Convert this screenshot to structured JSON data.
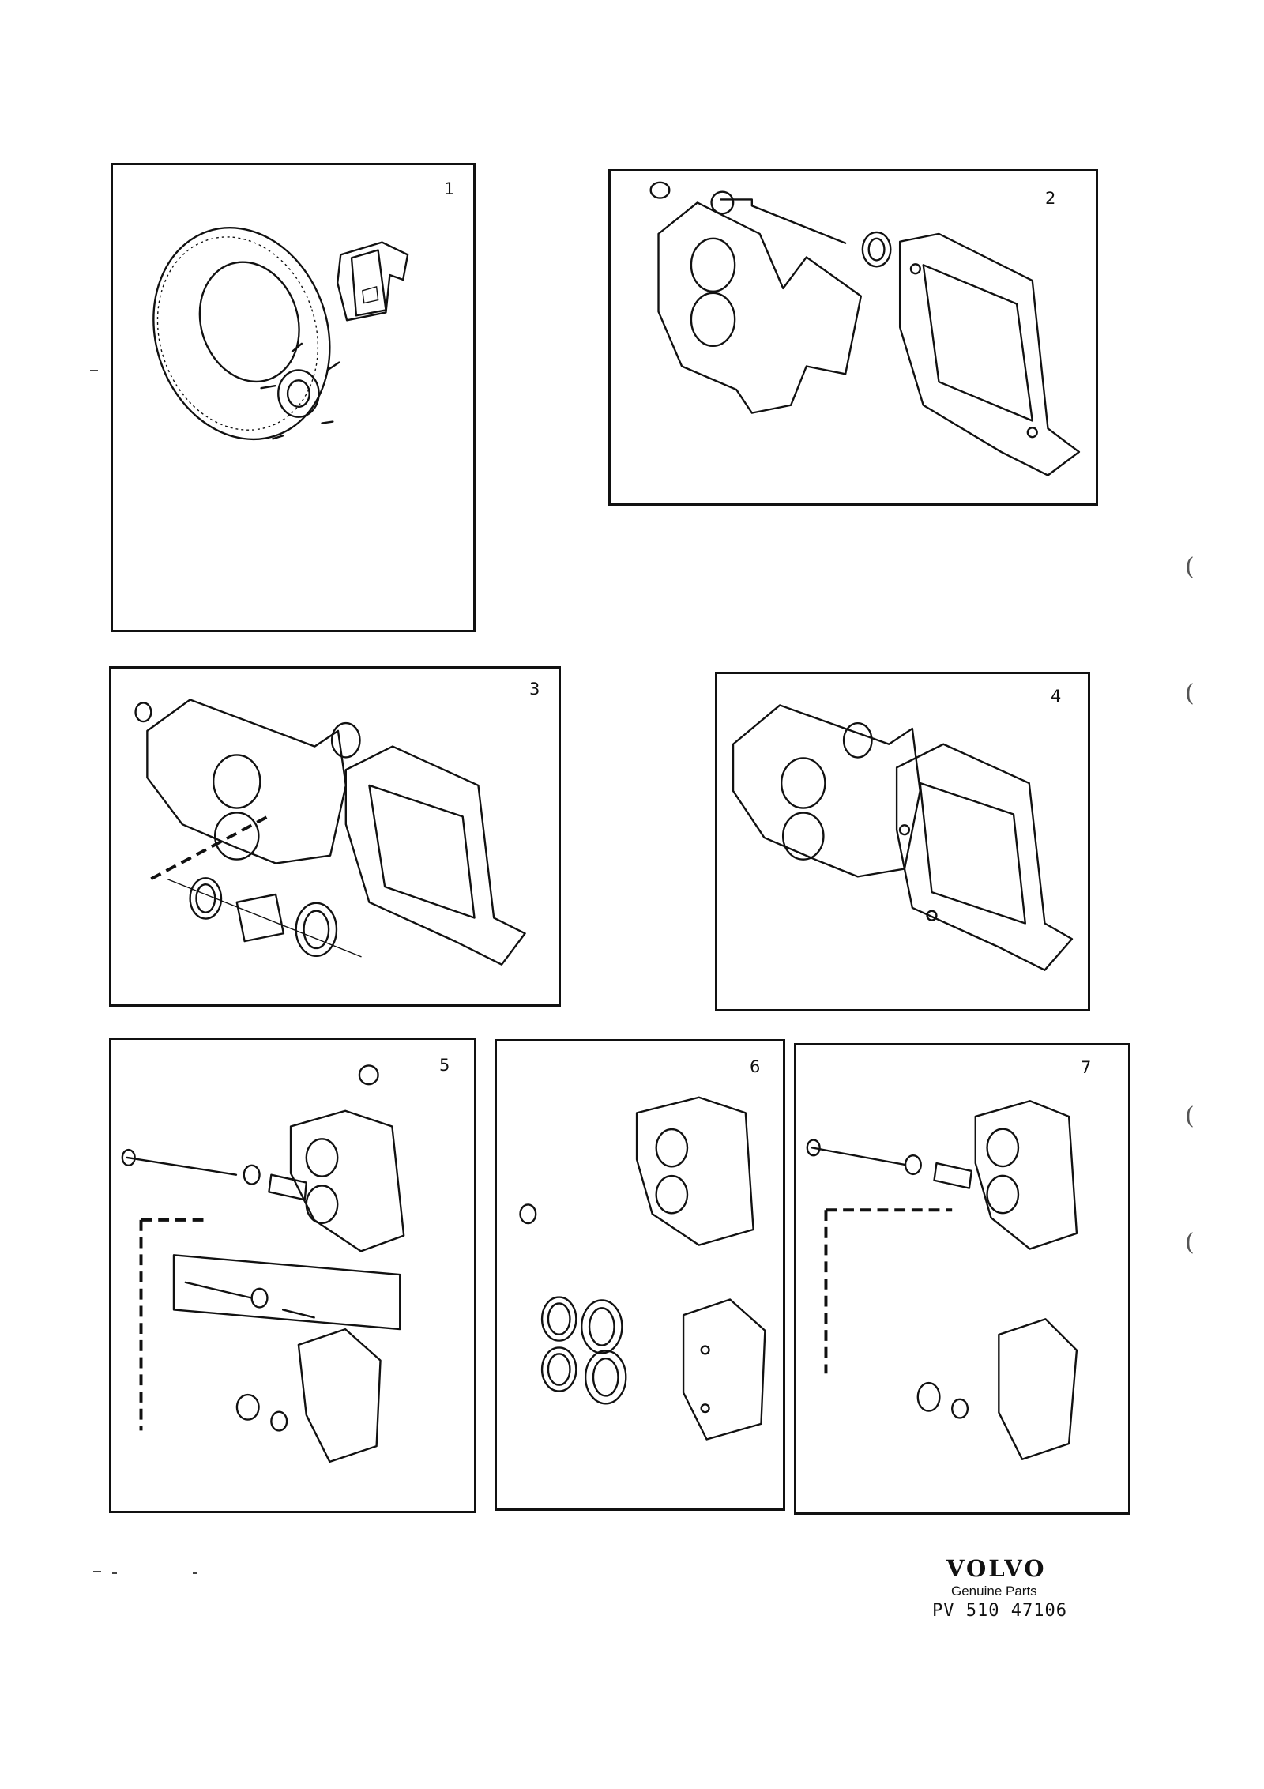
{
  "panels": [
    {
      "number": "1",
      "depicts": "brake-disc-and-pads"
    },
    {
      "number": "2",
      "depicts": "caliper-with-guide-pin-and-bushing"
    },
    {
      "number": "3",
      "depicts": "caliper-with-piston-seal-kit"
    },
    {
      "number": "4",
      "depicts": "caliper-assembly"
    },
    {
      "number": "5",
      "depicts": "caliper-guide-pin-repair-kit"
    },
    {
      "number": "6",
      "depicts": "caliper-piston-and-seal-kit"
    },
    {
      "number": "7",
      "depicts": "caliper-bushing-kit"
    }
  ],
  "brand": {
    "logo": "VOLVO",
    "subtitle": "Genuine Parts",
    "code": "PV 510 47106"
  },
  "margin_marks": [
    "(",
    "(",
    "(",
    "("
  ],
  "colors": {
    "ink": "#111111",
    "paper": "#ffffff"
  }
}
